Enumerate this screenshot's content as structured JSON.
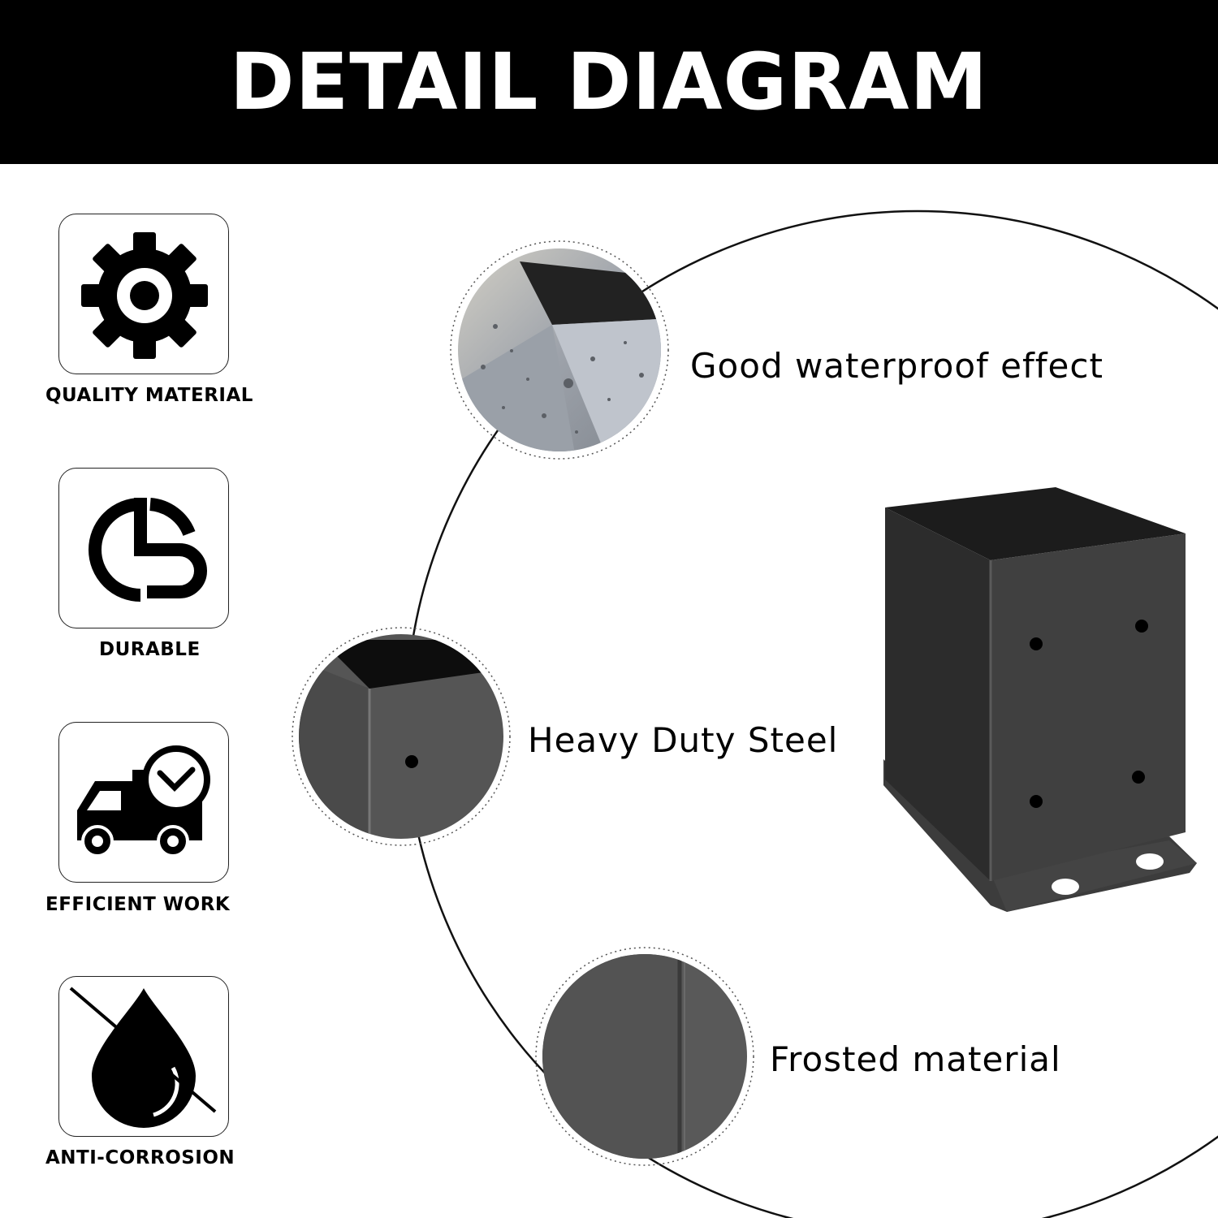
{
  "header": {
    "title": "DETAIL DIAGRAM"
  },
  "features": [
    {
      "label": "QUALITY MATERIAL",
      "icon": "gear-icon"
    },
    {
      "label": "DURABLE",
      "icon": "cs-logo-icon"
    },
    {
      "label": "EFFICIENT WORK",
      "icon": "truck-clock-icon"
    },
    {
      "label": "ANTI-CORROSION",
      "icon": "crossed-water-drop-icon"
    }
  ],
  "details": [
    {
      "text": "Good waterproof effect"
    },
    {
      "text": "Heavy Duty Steel"
    },
    {
      "text": "Frosted material"
    }
  ],
  "colors": {
    "header_bg": "#000000",
    "product": "#3a3a3a",
    "accent": "#000000"
  }
}
